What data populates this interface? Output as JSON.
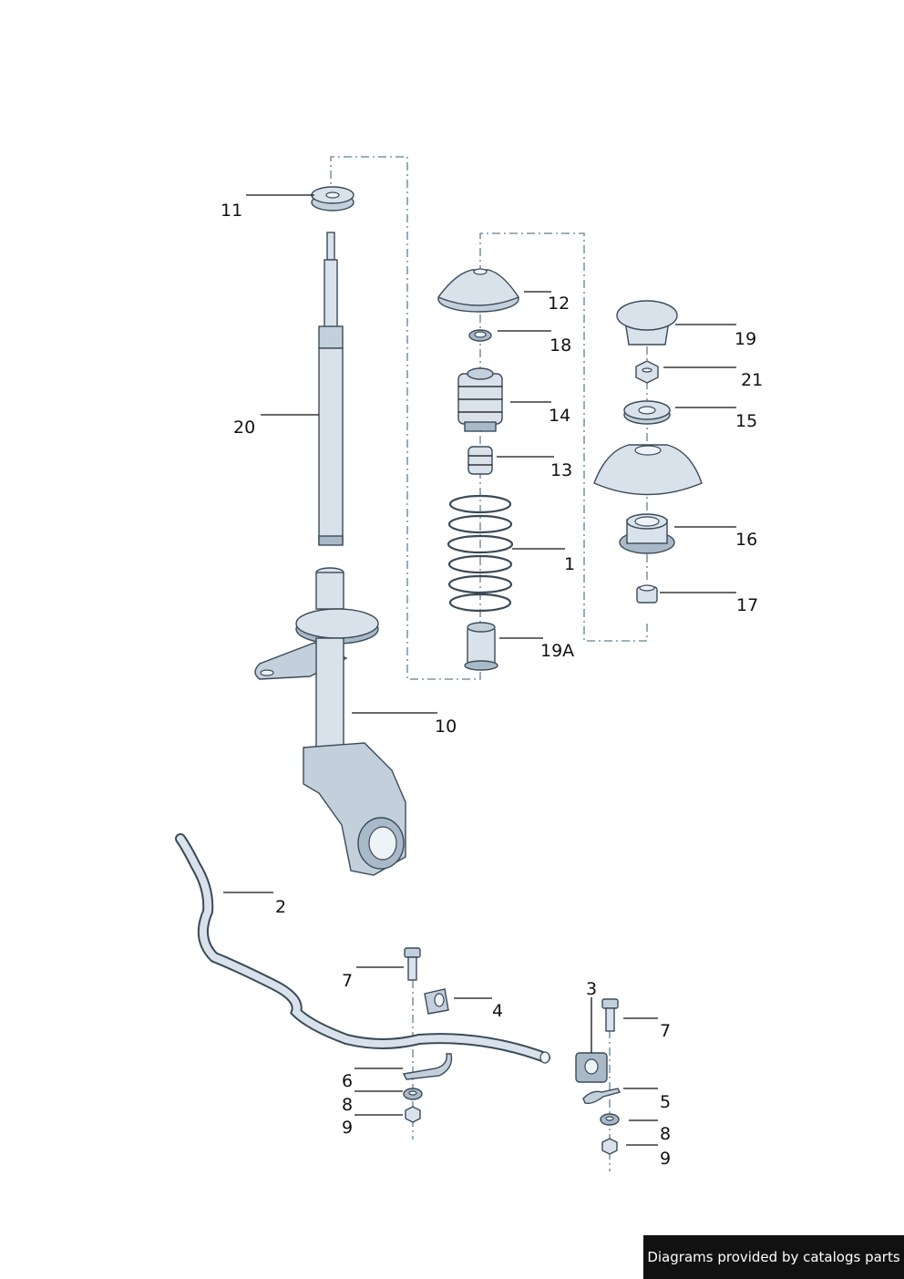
{
  "callouts": {
    "p1": "1",
    "p2": "2",
    "p3": "3",
    "p4": "4",
    "p5": "5",
    "p6": "6",
    "p7a": "7",
    "p7b": "7",
    "p8a": "8",
    "p8b": "8",
    "p9a": "9",
    "p9b": "9",
    "p10": "10",
    "p11": "11",
    "p12": "12",
    "p13": "13",
    "p14": "14",
    "p15": "15",
    "p16": "16",
    "p17": "17",
    "p18": "18",
    "p19": "19",
    "p19a": "19A",
    "p20": "20",
    "p21": "21"
  },
  "footer": {
    "credit": "Diagrams provided by catalogs parts"
  },
  "colors": {
    "outline": "#3a4a58",
    "fill": "#d9e2ea",
    "dash": "#5f7f95",
    "footer_bg": "#111111"
  }
}
